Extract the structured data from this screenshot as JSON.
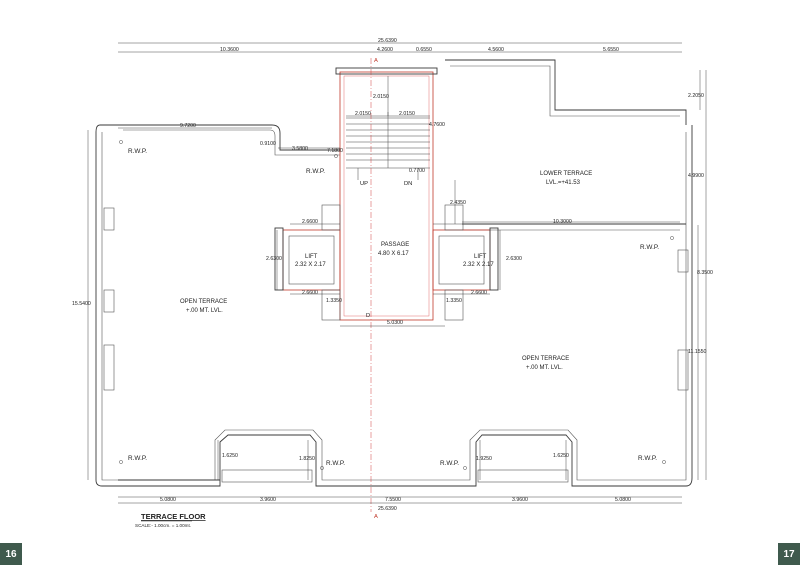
{
  "drawing": {
    "title": "TERRACE FLOOR",
    "scale": "SCALE:- 1.00cm. = 1.00mt.",
    "section_mark": "A",
    "rooms": {
      "passage_name": "PASSAGE",
      "passage_size": "4.80 X 6.17",
      "lift_name": "LIFT",
      "lift_size": "2.32 X 2.17",
      "lower_terrace_name": "LOWER TERRACE",
      "lower_terrace_level": "LVL.=+41.53",
      "open_terrace_name": "OPEN TERRACE",
      "open_terrace_level": "+.00 MT. LVL."
    },
    "stair": {
      "up": "UP",
      "dn": "DN",
      "door": "D"
    },
    "rwp": "R.W.P.",
    "dims": {
      "overall": "25.6390",
      "top_left": "10.3600",
      "top_core": "4.2600",
      "top_gap": "0.6550",
      "top_mid": "4.5600",
      "top_right": "5.6550",
      "left_upper": "9.7200",
      "small_0910": "0.9100",
      "d3580": "3.5800",
      "d7180": "7.1800",
      "stair_2015": "2.0150",
      "stair_4760": "4.7600",
      "d0770": "0.7700",
      "d2435": "2.4350",
      "lift_w": "2.6600",
      "lift_h": "2.6300",
      "d1335": "1.3350",
      "d5030": "5.0300",
      "d10300": "10.3000",
      "d2205": "2.2050",
      "d4990": "4.9900",
      "d8350": "8.3500",
      "d11155": "11.1550",
      "d15540": "15.5400",
      "d1625": "1.6250",
      "d1825": "1.8250",
      "d1925": "1.9250",
      "bottom_5080": "5.0800",
      "bottom_3960": "3.9600",
      "bottom_7550": "7.5500",
      "bottom_5080b": "5.0800"
    }
  },
  "pages": {
    "left": "16",
    "right": "17"
  }
}
